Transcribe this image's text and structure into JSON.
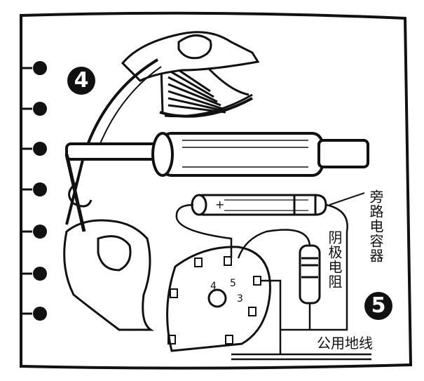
{
  "figure": {
    "step_a": "4",
    "step_b": "5",
    "labels": {
      "bypass_capacitor": "旁路电容器",
      "cathode_resistor": "阴极电阻",
      "common_ground": "公用地线"
    },
    "capacitor_polarity": "+",
    "socket_pins": [
      "4",
      "5",
      "3"
    ]
  }
}
